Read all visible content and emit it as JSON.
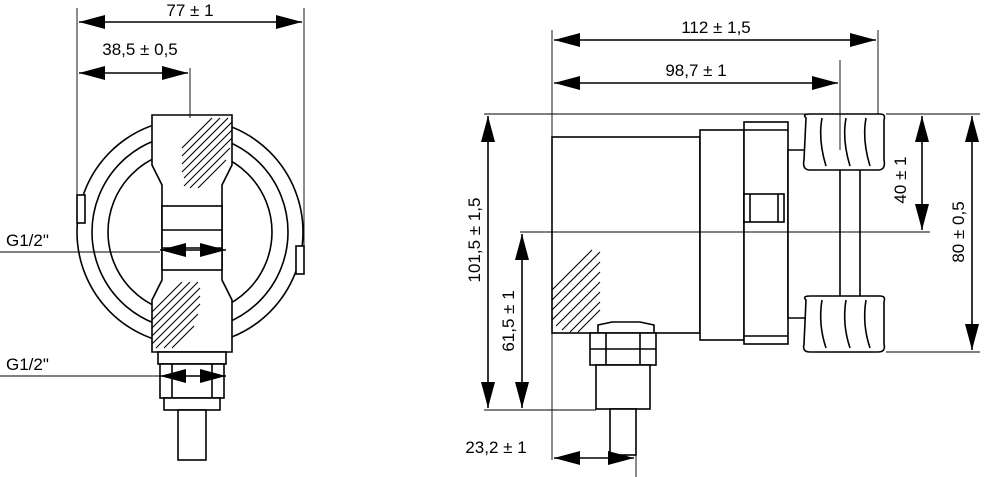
{
  "dimensions": {
    "left_width_total": "77 ± 1",
    "left_width_half": "38,5 ± 0,5",
    "thread_upper": "G1/2\"",
    "thread_lower": "G1/2\"",
    "top_length_total": "112 ± 1,5",
    "top_length_partial": "98,7 ± 1",
    "height_total": "101,5 ± 1,5",
    "height_partial": "61,5 ± 1",
    "bottom_offset": "23,2 ± 1",
    "right_inner": "40 ± 1",
    "right_outer": "80 ± 0,5"
  },
  "colors": {
    "line": "#000000",
    "background": "#ffffff"
  }
}
